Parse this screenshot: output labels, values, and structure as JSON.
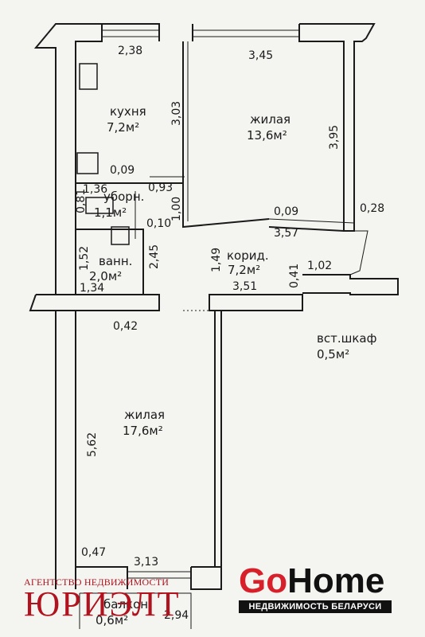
{
  "rooms": {
    "kitchen": {
      "name": "кухня",
      "area": "7,2м²"
    },
    "living1": {
      "name": "жилая",
      "area": "13,6м²"
    },
    "wc": {
      "name": "уборн.",
      "area": "1,1м²"
    },
    "bath": {
      "name": "ванн.",
      "area": "2,0м²"
    },
    "corridor": {
      "name": "корид.",
      "area": "7,2м²"
    },
    "closet": {
      "name": "вст.шкаф",
      "area": "0,5м²"
    },
    "living2": {
      "name": "жилая",
      "area": "17,6м²"
    },
    "balcony": {
      "name": "балкон",
      "area": "0,6м²"
    }
  },
  "dimensions": {
    "d238": "2,38",
    "d345": "3,45",
    "d303": "3,03",
    "d395": "3,95",
    "d009a": "0,09",
    "d093": "0,93",
    "d136": "1,36",
    "d081": "0,81",
    "d100": "1,00",
    "d010": "0,10",
    "d009b": "0,09",
    "d028": "0,28",
    "d357": "3,57",
    "d152": "1,52",
    "d245": "2,45",
    "d149": "1,49",
    "d041": "0,41",
    "d102": "1,02",
    "d134": "1,34",
    "d351": "3,51",
    "d042": "0,42",
    "d562": "5,62",
    "d047": "0,47",
    "d313": "3,13",
    "d294": "2,94"
  },
  "logos": {
    "left_agency": "АГЕНТСТВО НЕДВИЖИМОСТИ",
    "left_brand": "ЮРИЭЛТ",
    "right_go": "Go",
    "right_home": "Home",
    "right_tagline": "НЕДВИЖИМОСТЬ БЕЛАРУСИ"
  },
  "colors": {
    "brand_red": "#d8202a",
    "ink": "#1a1a1a"
  }
}
